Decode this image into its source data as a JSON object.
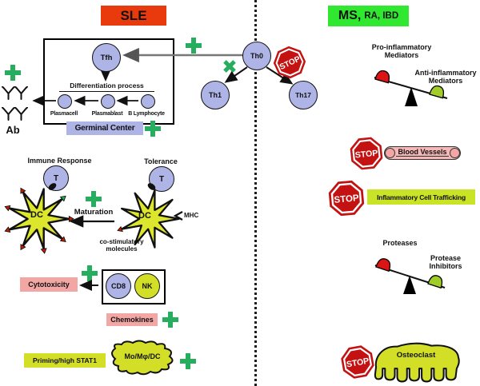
{
  "titles": {
    "sle": "SLE",
    "ms": "MS,",
    "ms_rest": "RA, IBD"
  },
  "stop": {
    "label": "STOP"
  },
  "center": {
    "th0": "Th0",
    "th1": "Th1",
    "th17": "Th17"
  },
  "left_panel": {
    "germinal": {
      "tfh": "Tfh",
      "differentiation": "Differentiation process",
      "plasmacell": "Plasmacell",
      "plasmablast": "Plasmablast",
      "b_lymphocyte": "B Lymphocyte",
      "label": "Germinal Center"
    },
    "ab": "Ab",
    "immune_response": "Immune Response",
    "tolerance": "Tolerance",
    "t": "T",
    "dc": "DC",
    "maturation": "Maturation",
    "mhc": "MHC",
    "costim1": "co-stimulatory",
    "costim2": "molecules",
    "cytotoxicity": "Cytotoxicity",
    "cd8": "CD8",
    "nk": "NK",
    "chemokines": "Chemokines",
    "priming": "Priming/high STAT1",
    "mo_blob": "Mo/Mφ/DC"
  },
  "right_panel": {
    "pro1": "Pro-inflammatory",
    "pro2": "Mediators",
    "anti1": "Anti-inflammatory",
    "anti2": "Mediators",
    "vessels": "Blood Vessels",
    "trafficking": "Inflammatory Cell Trafficking",
    "proteases": "Proteases",
    "inhibitors1": "Protease",
    "inhibitors2": "Inhibitors",
    "osteoclast": "Osteoclast"
  },
  "colors": {
    "sle_bg": "#E93A0E",
    "ms_bg": "#30E830",
    "plus_green": "#26AD5E",
    "cell_blue": "#AEB4E6",
    "yellow_green": "#D3DF26",
    "dc_yellow": "#DCE62C",
    "pink": "#F2A7A5",
    "stop_red": "#C41111",
    "weight_red": "#DD1414",
    "weight_green": "#A2CD28"
  }
}
